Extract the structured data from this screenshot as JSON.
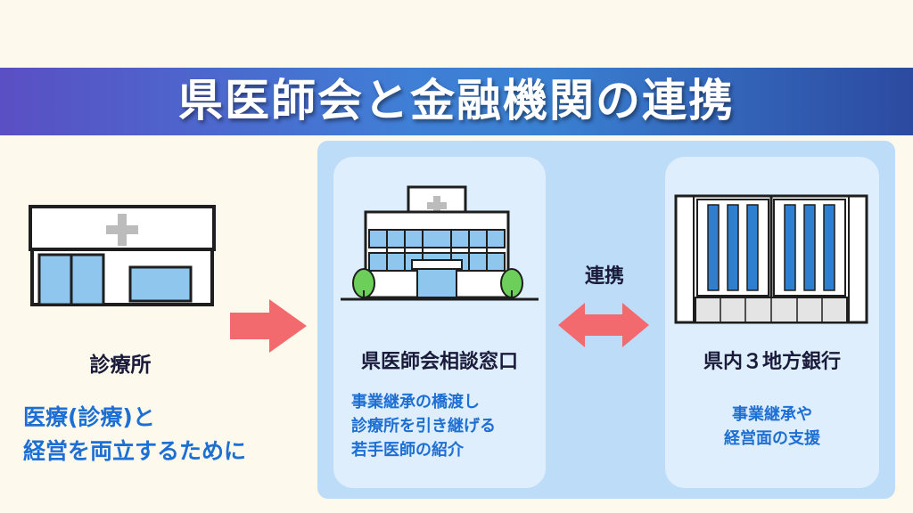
{
  "title": "県医師会と金融機関の連携",
  "left": {
    "label": "診療所",
    "desc": [
      "医療(診療)と",
      "経営を両立するために"
    ]
  },
  "middle": {
    "label": "県医師会相談窓口",
    "desc": [
      "事業継承の橋渡し",
      "診療所を引き継げる",
      "若手医師の紹介"
    ]
  },
  "link_label": "連携",
  "right": {
    "label": "県内３地方銀行",
    "desc": [
      "事業継承や",
      "経営面の支援"
    ]
  },
  "colors": {
    "banner_start": "#5a4fc4",
    "banner_end": "#2c4aa0",
    "accent_blue": "#1e6fd3",
    "arrow_red": "#f36a6e",
    "panel": "#bcdcf7"
  }
}
